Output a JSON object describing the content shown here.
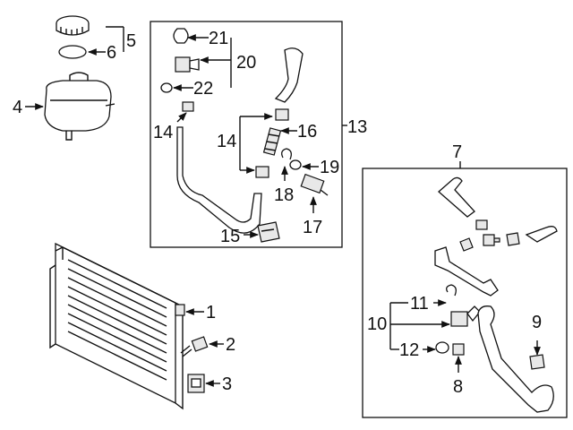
{
  "callouts": {
    "c1": "1",
    "c2": "2",
    "c3": "3",
    "c4": "4",
    "c5": "5",
    "c6": "6",
    "c7": "7",
    "c8": "8",
    "c9": "9",
    "c10": "10",
    "c11": "11",
    "c12": "12",
    "c13": "13",
    "c14a": "14",
    "c14b": "14",
    "c15": "15",
    "c16": "16",
    "c17": "17",
    "c18": "18",
    "c19": "19",
    "c20": "20",
    "c21": "21",
    "c22": "22"
  },
  "colors": {
    "line": "#111111",
    "background": "#ffffff",
    "part_fill": "#e8e8e8"
  }
}
